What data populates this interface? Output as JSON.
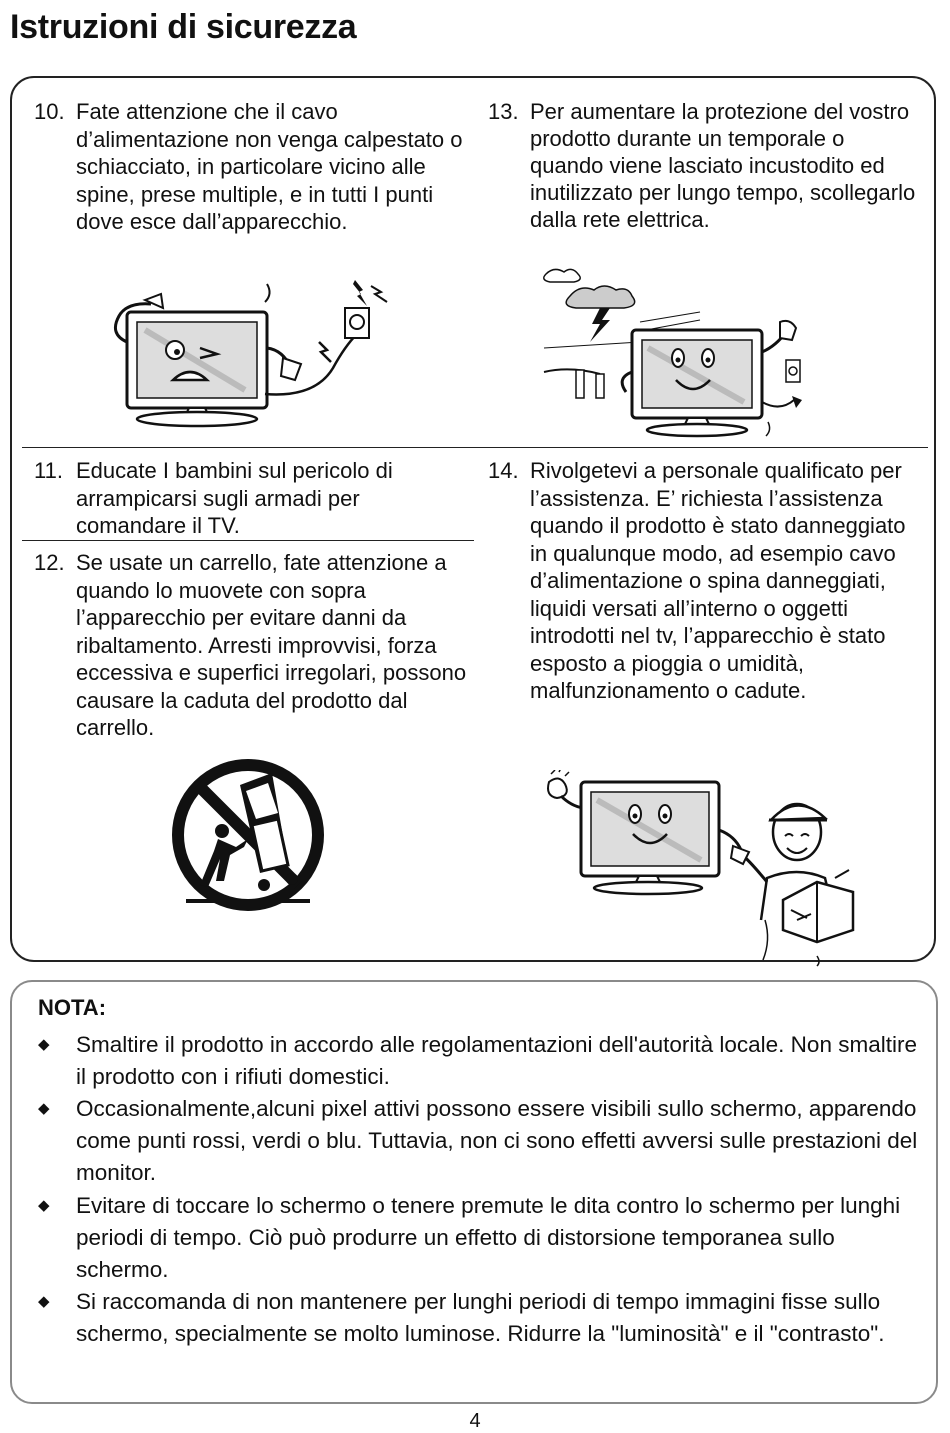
{
  "page": {
    "title": "Istruzioni di sicurezza",
    "page_number": "4"
  },
  "safety": {
    "items": [
      {
        "num": "10.",
        "text": "Fate attenzione che il cavo d’alimentazione non venga calpestato o schiacciato, in particolare vicino alle spine, prese multiple, e in tutti I punti dove esce dall’apparecchio."
      },
      {
        "num": "11.",
        "text": "Educate I bambini sul pericolo di arrampicarsi sugli armadi per comandare il TV."
      },
      {
        "num": "12.",
        "text": "Se usate un carrello, fate attenzione a quando lo muovete con sopra l’apparecchio per evitare danni da ribaltamento. Arresti improvvisi, forza eccessiva e superfici irregolari, possono causare la caduta del prodotto dal carrello."
      },
      {
        "num": "13.",
        "text": "Per aumentare la protezione del vostro prodotto durante un temporale o quando viene lasciato incustodito ed inutilizzato per lungo tempo, scollegarlo dalla rete elettrica."
      },
      {
        "num": "14.",
        "text": "Rivolgetevi a personale qualificato per l’assistenza. E’ richiesta l’assistenza quando il prodotto è stato danneggiato in qualunque modo, ad esempio cavo d’alimentazione o spina danneggiati, liquidi versati all’interno o oggetti introdotti nel tv, l’apparecchio è stato esposto a pioggia o umidità, malfunzionamento o cadute."
      }
    ]
  },
  "note": {
    "title": "NOTA:",
    "bullets": [
      "Smaltire il prodotto in accordo alle regolamentazioni dell'autorità locale. Non smaltire il prodotto con i rifiuti domestici.",
      "Occasionalmente,alcuni pixel attivi possono essere visibili sullo schermo, apparendo come punti rossi, verdi o blu. Tuttavia, non ci sono effetti avversi sulle prestazioni del monitor.",
      "Evitare di toccare lo schermo o tenere premute le dita contro lo schermo per lunghi periodi di tempo. Ciò può produrre un effetto di distorsione temporanea sullo schermo.",
      "Si raccomanda di non mantenere per lunghi periodi di tempo immagini fisse sullo schermo, specialmente se molto luminose. Ridurre la \"luminosità\" e il \"contrasto\"."
    ]
  },
  "icons": {
    "bullet": "diamond-bullet-icon",
    "illustrations": [
      "tv-cable-stepped-illustration",
      "tv-storm-unplug-illustration",
      "no-cart-tipping-icon",
      "tv-service-technician-illustration"
    ]
  }
}
